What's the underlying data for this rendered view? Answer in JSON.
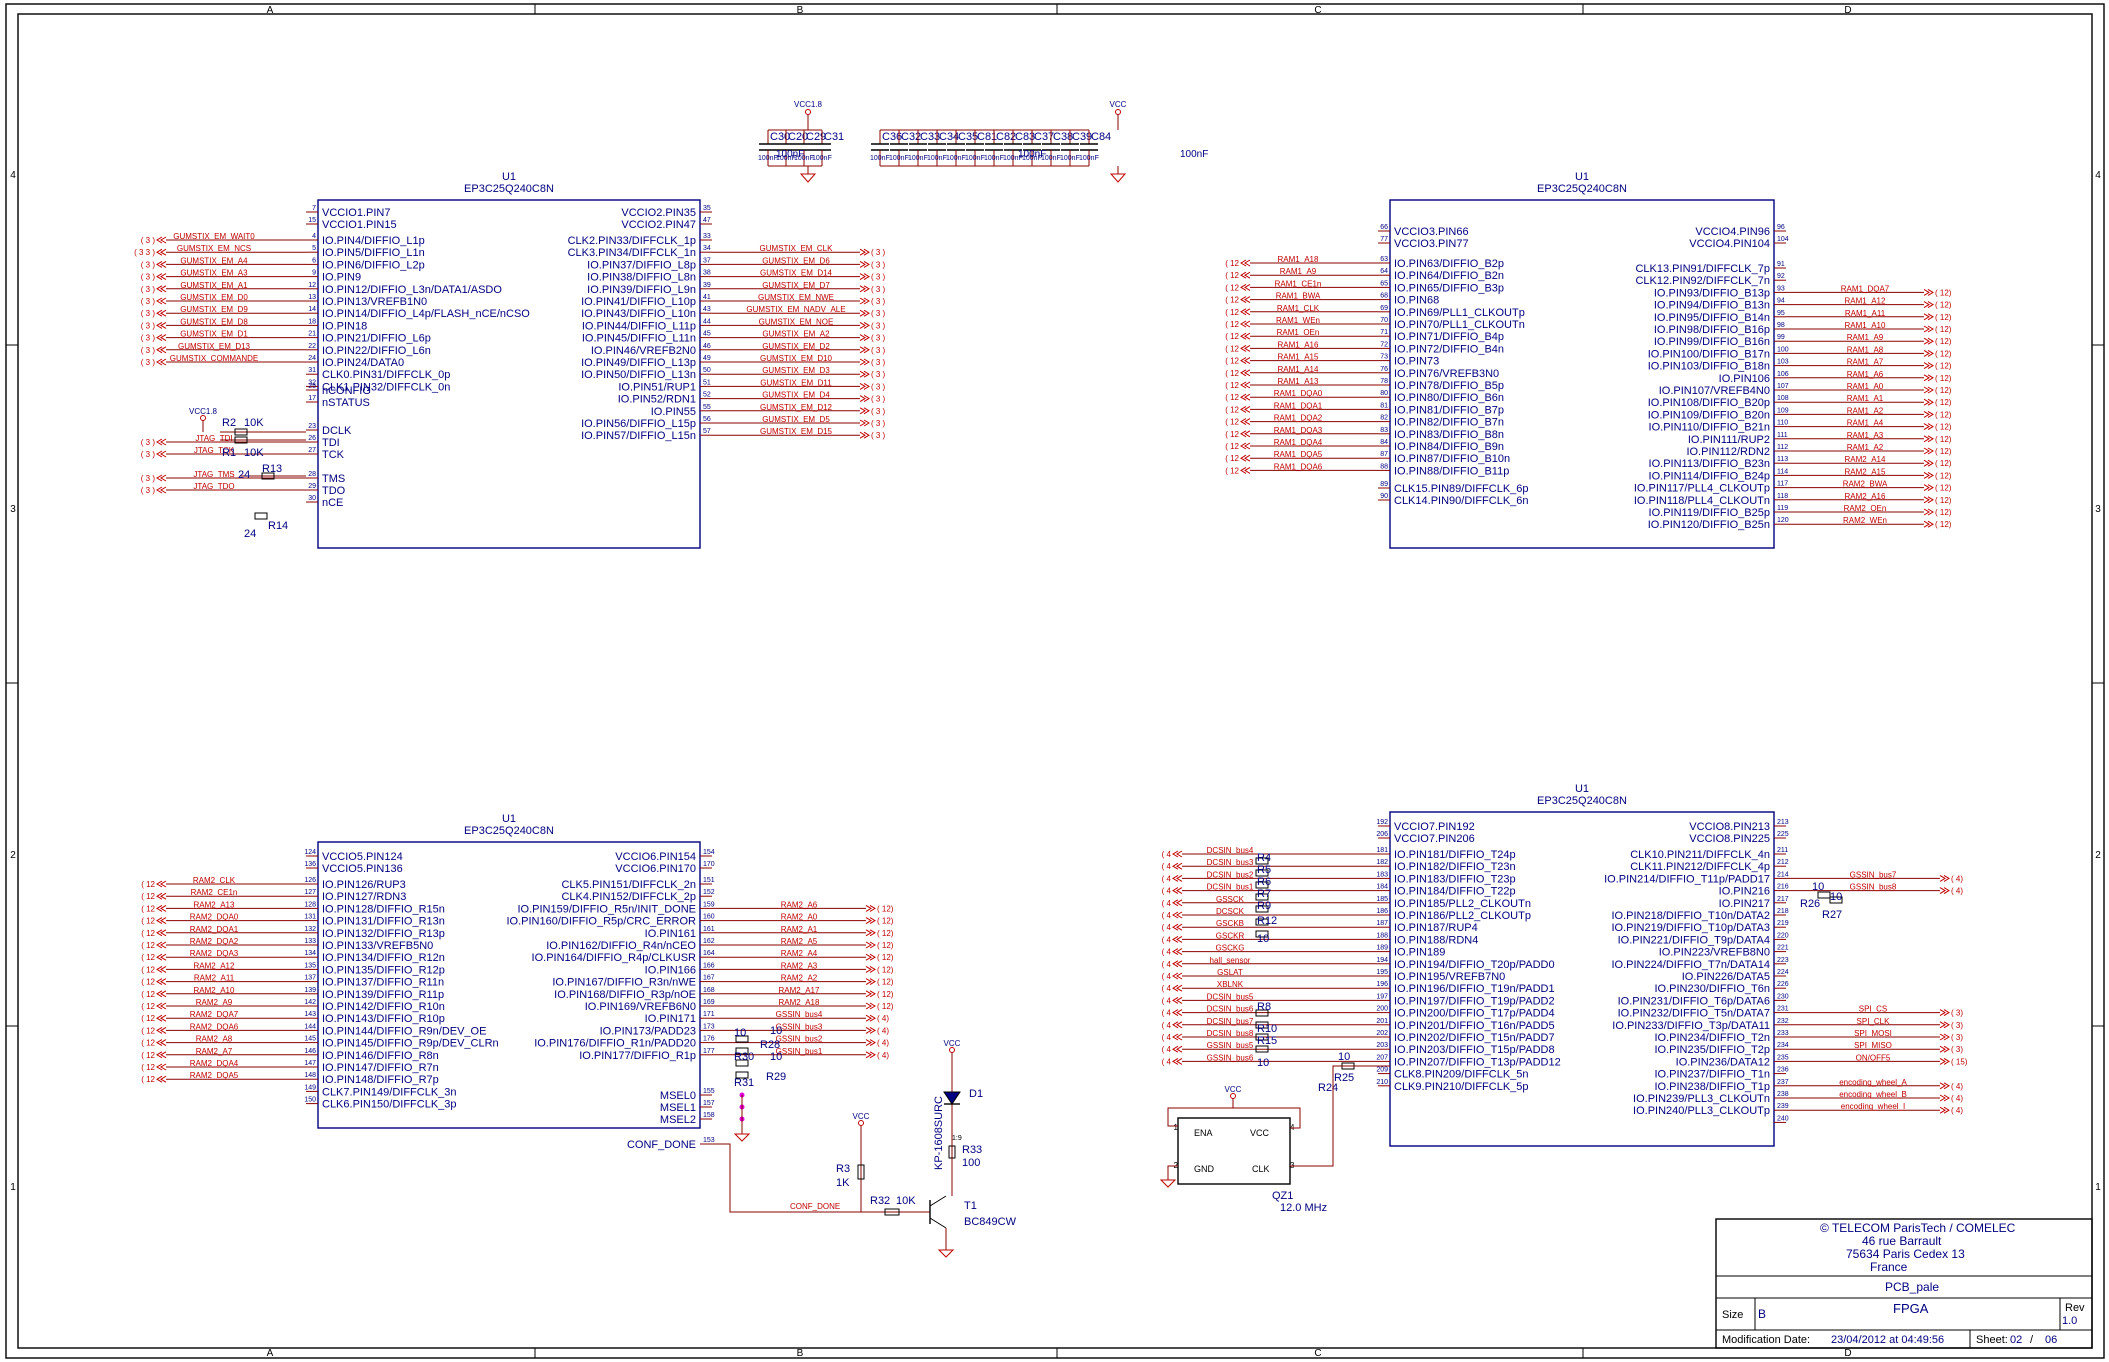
{
  "border": {
    "columns": [
      "A",
      "B",
      "C",
      "D"
    ],
    "rows": [
      "4",
      "3",
      "2",
      "1"
    ]
  },
  "components": {
    "u1_label": "U1",
    "u1_part": "EP3C25Q240C8N",
    "caps_a": [
      "C30",
      "C20",
      "C29",
      "C31"
    ],
    "caps_a_value": "100nF",
    "caps_b": [
      "C36",
      "C32",
      "C33",
      "C34",
      "C35",
      "C81",
      "C82",
      "C83",
      "C37",
      "C38",
      "C39",
      "C84"
    ],
    "caps_b_value": "100nF",
    "vcc18": "VCC1.8",
    "vcc": "VCC"
  },
  "bank12": {
    "left_nums": [
      "7",
      "15",
      "4",
      "5",
      "6",
      "9",
      "12",
      "13",
      "14",
      "18",
      "21",
      "22",
      "24",
      "31",
      "32",
      "25",
      "17",
      "23",
      "26",
      "27",
      "28",
      "29",
      "30"
    ],
    "left_pins": [
      "VCCIO1.PIN7",
      "VCCIO1.PIN15",
      "IO.PIN4/DIFFIO_L1p",
      "IO.PIN5/DIFFIO_L1n",
      "IO.PIN6/DIFFIO_L2p",
      "IO.PIN9",
      "IO.PIN12/DIFFIO_L3n/DATA1/ASDO",
      "IO.PIN13/VREFB1N0",
      "IO.PIN14/DIFFIO_L4p/FLASH_nCE/nCSO",
      "IO.PIN18",
      "IO.PIN21/DIFFIO_L6p",
      "IO.PIN22/DIFFIO_L6n",
      "IO.PIN24/DATA0",
      "CLK0.PIN31/DIFFCLK_0p",
      "CLK1.PIN32/DIFFCLK_0n",
      "nCONFIG",
      "nSTATUS",
      "DCLK",
      "TDI",
      "TCK",
      "TMS",
      "TDO",
      "nCE"
    ],
    "left_nets": [
      "",
      "",
      "GUMSTIX_EM_WAIT0",
      "GUMSTIX_EM_NCS",
      "GUMSTIX_EM_A4",
      "GUMSTIX_EM_A3",
      "GUMSTIX_EM_A1",
      "GUMSTIX_EM_D0",
      "GUMSTIX_EM_D9",
      "GUMSTIX_EM_D8",
      "GUMSTIX_EM_D1",
      "GUMSTIX_EM_D13",
      "GUMSTIX_COMMANDE",
      "",
      "",
      "",
      "",
      "",
      "JTAG_TDI",
      "JTAG_TCK",
      "JTAG_TMS",
      "JTAG_TDO",
      ""
    ],
    "left_refs": [
      "",
      "",
      "( 3 )",
      "( 3 3 )",
      "( 3 )",
      "( 3 )",
      "( 3 )",
      "( 3 )",
      "( 3 )",
      "( 3 )",
      "( 3 )",
      "( 3 )",
      "( 3 )",
      "",
      "",
      "",
      "",
      "",
      "( 3 )",
      "( 3 )",
      "( 3 )",
      "( 3 )",
      ""
    ],
    "right_nums": [
      "35",
      "47",
      "33",
      "34",
      "37",
      "38",
      "39",
      "41",
      "43",
      "44",
      "45",
      "46",
      "49",
      "50",
      "51",
      "52",
      "55",
      "56",
      "57"
    ],
    "right_pins": [
      "VCCIO2.PIN35",
      "VCCIO2.PIN47",
      "CLK2.PIN33/DIFFCLK_1p",
      "CLK3.PIN34/DIFFCLK_1n",
      "IO.PIN37/DIFFIO_L8p",
      "IO.PIN38/DIFFIO_L8n",
      "IO.PIN39/DIFFIO_L9n",
      "IO.PIN41/DIFFIO_L10p",
      "IO.PIN43/DIFFIO_L10n",
      "IO.PIN44/DIFFIO_L11p",
      "IO.PIN45/DIFFIO_L11n",
      "IO.PIN46/VREFB2N0",
      "IO.PIN49/DIFFIO_L13p",
      "IO.PIN50/DIFFIO_L13n",
      "IO.PIN51/RUP1",
      "IO.PIN52/RDN1",
      "IO.PIN55",
      "IO.PIN56/DIFFIO_L15p",
      "IO.PIN57/DIFFIO_L15n"
    ],
    "right_nets": [
      "",
      "",
      "",
      "GUMSTIX_EM_CLK",
      "GUMSTIX_EM_D6",
      "GUMSTIX_EM_D14",
      "GUMSTIX_EM_D7",
      "GUMSTIX_EM_NWE",
      "GUMSTIX_EM_NADV_ALE",
      "GUMSTIX_EM_NOE",
      "GUMSTIX_EM_A2",
      "GUMSTIX_EM_D2",
      "GUMSTIX_EM_D10",
      "GUMSTIX_EM_D3",
      "GUMSTIX_EM_D11",
      "GUMSTIX_EM_D4",
      "GUMSTIX_EM_D12",
      "GUMSTIX_EM_D5",
      "GUMSTIX_EM_D15"
    ],
    "right_refs": [
      "",
      "",
      "",
      "( 3 )",
      "( 3 )",
      "( 3 )",
      "( 3 )",
      "( 3 )",
      "( 3 )",
      "( 3 )",
      "( 3 )",
      "( 3 )",
      "( 3 )",
      "( 3 )",
      "( 3 )",
      "( 3 )",
      "( 3 )",
      "( 3 )",
      "( 3 )"
    ],
    "resistors": [
      "R2",
      "10K",
      "R1",
      "10K",
      "24",
      "R13",
      "24",
      "R14"
    ]
  },
  "bank34": {
    "left_nums": [
      "66",
      "77",
      "63",
      "64",
      "65",
      "68",
      "69",
      "70",
      "71",
      "72",
      "73",
      "76",
      "78",
      "80",
      "81",
      "82",
      "83",
      "84",
      "87",
      "88",
      "89",
      "90"
    ],
    "left_pins": [
      "VCCIO3.PIN66",
      "VCCIO3.PIN77",
      "IO.PIN63/DIFFIO_B2p",
      "IO.PIN64/DIFFIO_B2n",
      "IO.PIN65/DIFFIO_B3p",
      "IO.PIN68",
      "IO.PIN69/PLL1_CLKOUTp",
      "IO.PIN70/PLL1_CLKOUTn",
      "IO.PIN71/DIFFIO_B4p",
      "IO.PIN72/DIFFIO_B4n",
      "IO.PIN73",
      "IO.PIN76/VREFB3N0",
      "IO.PIN78/DIFFIO_B5p",
      "IO.PIN80/DIFFIO_B6n",
      "IO.PIN81/DIFFIO_B7p",
      "IO.PIN82/DIFFIO_B7n",
      "IO.PIN83/DIFFIO_B8n",
      "IO.PIN84/DIFFIO_B9n",
      "IO.PIN87/DIFFIO_B10n",
      "IO.PIN88/DIFFIO_B11p",
      "CLK15.PIN89/DIFFCLK_6p",
      "CLK14.PIN90/DIFFCLK_6n"
    ],
    "left_nets": [
      "",
      "",
      "RAM1_A18",
      "RAM1_A9",
      "RAM1_CE1n",
      "RAM1_BWA",
      "RAM1_CLK",
      "RAM1_WEn",
      "RAM1_OEn",
      "RAM1_A16",
      "RAM1_A15",
      "RAM1_A14",
      "RAM1_A13",
      "RAM1_DQA0",
      "RAM1_DQA1",
      "RAM1_DQA2",
      "RAM1_DQA3",
      "RAM1_DQA4",
      "RAM1_DQA5",
      "RAM1_DQA6",
      "",
      ""
    ],
    "left_refs": [
      "",
      "",
      "( 12",
      "( 12",
      "( 12",
      "( 12",
      "( 12",
      "( 12",
      "( 12",
      "( 12",
      "( 12",
      "( 12",
      "( 12",
      "( 12",
      "( 12",
      "( 12",
      "( 12",
      "( 12",
      "( 12",
      "( 12",
      "",
      ""
    ],
    "right_nums": [
      "96",
      "104",
      "91",
      "92",
      "93",
      "94",
      "95",
      "98",
      "99",
      "100",
      "103",
      "106",
      "107",
      "108",
      "109",
      "110",
      "111",
      "112",
      "113",
      "114",
      "117",
      "118",
      "119",
      "120"
    ],
    "right_pins": [
      "VCCIO4.PIN96",
      "VCCIO4.PIN104",
      "CLK13.PIN91/DIFFCLK_7p",
      "CLK12.PIN92/DIFFCLK_7n",
      "IO.PIN93/DIFFIO_B13p",
      "IO.PIN94/DIFFIO_B13n",
      "IO.PIN95/DIFFIO_B14n",
      "IO.PIN98/DIFFIO_B16p",
      "IO.PIN99/DIFFIO_B16n",
      "IO.PIN100/DIFFIO_B17n",
      "IO.PIN103/DIFFIO_B18n",
      "IO.PIN106",
      "IO.PIN107/VREFB4N0",
      "IO.PIN108/DIFFIO_B20p",
      "IO.PIN109/DIFFIO_B20n",
      "IO.PIN110/DIFFIO_B21n",
      "IO.PIN111/RUP2",
      "IO.PIN112/RDN2",
      "IO.PIN113/DIFFIO_B23n",
      "IO.PIN114/DIFFIO_B24p",
      "IO.PIN117/PLL4_CLKOUTp",
      "IO.PIN118/PLL4_CLKOUTn",
      "IO.PIN119/DIFFIO_B25p",
      "IO.PIN120/DIFFIO_B25n"
    ],
    "right_nets": [
      "",
      "",
      "",
      "",
      "RAM1_DQA7",
      "RAM1_A12",
      "RAM1_A11",
      "RAM1_A10",
      "RAM1_A9",
      "RAM1_A8",
      "RAM1_A7",
      "RAM1_A6",
      "RAM1_A0",
      "RAM1_A1",
      "RAM1_A2",
      "RAM1_A4",
      "RAM1_A3",
      "RAM1_A2",
      "RAM2_A14",
      "RAM2_A15",
      "RAM2_BWA",
      "RAM2_A16",
      "RAM2_OEn",
      "RAM2_WEn"
    ],
    "right_refs": [
      "",
      "",
      "",
      "",
      "( 12)",
      "( 12)",
      "( 12)",
      "( 12)",
      "( 12)",
      "( 12)",
      "( 12)",
      "( 12)",
      "( 12)",
      "( 12)",
      "( 12)",
      "( 12)",
      "( 12)",
      "( 12)",
      "( 12)",
      "( 12)",
      "( 12)",
      "( 12)",
      "( 12)",
      "( 12)"
    ]
  },
  "bank56": {
    "left_nums": [
      "124",
      "136",
      "126",
      "127",
      "128",
      "131",
      "132",
      "133",
      "134",
      "135",
      "137",
      "139",
      "142",
      "143",
      "144",
      "145",
      "146",
      "147",
      "148",
      "149",
      "150"
    ],
    "left_pins": [
      "VCCIO5.PIN124",
      "VCCIO5.PIN136",
      "IO.PIN126/RUP3",
      "IO.PIN127/RDN3",
      "IO.PIN128/DIFFIO_R15n",
      "IO.PIN131/DIFFIO_R13n",
      "IO.PIN132/DIFFIO_R13p",
      "IO.PIN133/VREFB5N0",
      "IO.PIN134/DIFFIO_R12n",
      "IO.PIN135/DIFFIO_R12p",
      "IO.PIN137/DIFFIO_R11n",
      "IO.PIN139/DIFFIO_R11p",
      "IO.PIN142/DIFFIO_R10n",
      "IO.PIN143/DIFFIO_R10p",
      "IO.PIN144/DIFFIO_R9n/DEV_OE",
      "IO.PIN145/DIFFIO_R9p/DEV_CLRn",
      "IO.PIN146/DIFFIO_R8n",
      "IO.PIN147/DIFFIO_R7n",
      "IO.PIN148/DIFFIO_R7p",
      "CLK7.PIN149/DIFFCLK_3n",
      "CLK6.PIN150/DIFFCLK_3p"
    ],
    "left_nets": [
      "",
      "",
      "RAM2_CLK",
      "RAM2_CE1n",
      "RAM2_A13",
      "RAM2_DQA0",
      "RAM2_DQA1",
      "RAM2_DQA2",
      "RAM2_DQA3",
      "RAM2_A12",
      "RAM2_A11",
      "RAM2_A10",
      "RAM2_A9",
      "RAM2_DQA7",
      "RAM2_DQA6",
      "RAM2_A8",
      "RAM2_A7",
      "RAM2_DQA4",
      "RAM2_DQA5",
      "",
      ""
    ],
    "left_refs": [
      "",
      "",
      "( 12",
      "( 12",
      "( 12",
      "( 12",
      "( 12",
      "( 12",
      "( 12",
      "( 12",
      "( 12",
      "( 12",
      "( 12",
      "( 12",
      "( 12",
      "( 12",
      "( 12",
      "( 12",
      "( 12",
      "",
      ""
    ],
    "right_nums": [
      "154",
      "170",
      "151",
      "152",
      "159",
      "160",
      "161",
      "162",
      "164",
      "166",
      "167",
      "168",
      "169",
      "171",
      "173",
      "176",
      "177",
      "155",
      "157",
      "158",
      "153"
    ],
    "right_pins": [
      "VCCIO6.PIN154",
      "VCCIO6.PIN170",
      "CLK5.PIN151/DIFFCLK_2n",
      "CLK4.PIN152/DIFFCLK_2p",
      "IO.PIN159/DIFFIO_R5n/INIT_DONE",
      "IO.PIN160/DIFFIO_R5p/CRC_ERROR",
      "IO.PIN161",
      "IO.PIN162/DIFFIO_R4n/nCEO",
      "IO.PIN164/DIFFIO_R4p/CLKUSR",
      "IO.PIN166",
      "IO.PIN167/DIFFIO_R3n/nWE",
      "IO.PIN168/DIFFIO_R3p/nOE",
      "IO.PIN169/VREFB6N0",
      "IO.PIN171",
      "IO.PIN173/PADD23",
      "IO.PIN176/DIFFIO_R1n/PADD20",
      "IO.PIN177/DIFFIO_R1p",
      "MSEL0",
      "MSEL1",
      "MSEL2",
      "CONF_DONE"
    ],
    "right_nets": [
      "",
      "",
      "",
      "",
      "RAM2_A6",
      "RAM2_A0",
      "RAM2_A1",
      "RAM2_A5",
      "RAM2_A4",
      "RAM2_A3",
      "RAM2_A2",
      "RAM2_A17",
      "RAM2_A18",
      "GSSIN_bus4",
      "GSSIN_bus3",
      "GSSIN_bus2",
      "GSSIN_bus1",
      "",
      "",
      "",
      ""
    ],
    "right_refs": [
      "",
      "",
      "",
      "",
      "( 12)",
      "( 12)",
      "( 12)",
      "( 12)",
      "( 12)",
      "( 12)",
      "( 12)",
      "( 12)",
      "( 12)",
      "( 4)",
      "( 4)",
      "( 4)",
      "( 4)",
      "",
      "",
      "",
      ""
    ],
    "resistors": [
      "10",
      "R28",
      "10",
      "R30",
      "10",
      "R29",
      "R31"
    ],
    "conf_net": "CONF_DONE",
    "r3": "R3",
    "r3_val": "1K",
    "r32": "R32",
    "r32_val": "10K",
    "r33": "R33",
    "r33_val": "100",
    "d1": "D1",
    "led": "KP-1608SURC",
    "t1": "T1",
    "t1_part": "BC849CW",
    "led_mark": "1:9"
  },
  "bank78": {
    "left_nums": [
      "192",
      "206",
      "181",
      "182",
      "183",
      "184",
      "185",
      "186",
      "187",
      "188",
      "189",
      "194",
      "195",
      "196",
      "197",
      "200",
      "201",
      "202",
      "203",
      "207",
      "209",
      "210"
    ],
    "left_pins": [
      "VCCIO7.PIN192",
      "VCCIO7.PIN206",
      "IO.PIN181/DIFFIO_T24p",
      "IO.PIN182/DIFFIO_T23n",
      "IO.PIN183/DIFFIO_T23p",
      "IO.PIN184/DIFFIO_T22p",
      "IO.PIN185/PLL2_CLKOUTn",
      "IO.PIN186/PLL2_CLKOUTp",
      "IO.PIN187/RUP4",
      "IO.PIN188/RDN4",
      "IO.PIN189",
      "IO.PIN194/DIFFIO_T20p/PADD0",
      "IO.PIN195/VREFB7N0",
      "IO.PIN196/DIFFIO_T19n/PADD1",
      "IO.PIN197/DIFFIO_T19p/PADD2",
      "IO.PIN200/DIFFIO_T17p/PADD4",
      "IO.PIN201/DIFFIO_T16n/PADD5",
      "IO.PIN202/DIFFIO_T15n/PADD7",
      "IO.PIN203/DIFFIO_T15p/PADD8",
      "IO.PIN207/DIFFIO_T13p/PADD12",
      "CLK8.PIN209/DIFFCLK_5n",
      "CLK9.PIN210/DIFFCLK_5p"
    ],
    "left_nets": [
      "",
      "",
      "DCSIN_bus4",
      "DCSIN_bus3",
      "DCSIN_bus2",
      "DCSIN_bus1",
      "GSSCK",
      "DCSCK",
      "GSCKB",
      "GSCKR",
      "GSCKG",
      "hall_sensor",
      "GSLAT",
      "XBLNK",
      "DCSIN_bus5",
      "DCSIN_bus6",
      "DCSIN_bus7",
      "DCSIN_bus8",
      "GSSIN_bus5",
      "GSSIN_bus6",
      "",
      ""
    ],
    "left_refs": [
      "",
      "",
      "( 4",
      "( 4",
      "( 4",
      "( 4",
      "( 4",
      "( 4",
      "( 4",
      "( 4",
      "( 4",
      "( 4",
      "( 4",
      "( 4",
      "( 4",
      "( 4",
      "( 4",
      "( 4",
      "( 4",
      "( 4",
      "",
      ""
    ],
    "right_nums": [
      "213",
      "225",
      "211",
      "212",
      "214",
      "216",
      "217",
      "218",
      "219",
      "220",
      "221",
      "223",
      "224",
      "226",
      "230",
      "231",
      "232",
      "233",
      "234",
      "235",
      "236",
      "237",
      "238",
      "239",
      "240"
    ],
    "right_pins": [
      "VCCIO8.PIN213",
      "VCCIO8.PIN225",
      "CLK10.PIN211/DIFFCLK_4n",
      "CLK11.PIN212/DIFFCLK_4p",
      "IO.PIN214/DIFFIO_T11p/PADD17",
      "IO.PIN216",
      "IO.PIN217",
      "IO.PIN218/DIFFIO_T10n/DATA2",
      "IO.PIN219/DIFFIO_T10p/DATA3",
      "IO.PIN221/DIFFIO_T9p/DATA4",
      "IO.PIN223/VREFB8N0",
      "IO.PIN224/DIFFIO_T7n/DATA14",
      "IO.PIN226/DATA5",
      "IO.PIN230/DIFFIO_T6n",
      "IO.PIN231/DIFFIO_T6p/DATA6",
      "IO.PIN232/DIFFIO_T5n/DATA7",
      "IO.PIN233/DIFFIO_T3p/DATA11",
      "IO.PIN234/DIFFIO_T2n",
      "IO.PIN235/DIFFIO_T2p",
      "IO.PIN236/DATA12",
      "IO.PIN237/DIFFIO_T1n",
      "IO.PIN238/DIFFIO_T1p",
      "IO.PIN239/PLL3_CLKOUTn",
      "IO.PIN240/PLL3_CLKOUTp",
      ""
    ],
    "right_nets": [
      "",
      "",
      "",
      "",
      "GSSIN_bus7",
      "GSSIN_bus8",
      "",
      "",
      "",
      "",
      "",
      "",
      "",
      "",
      "",
      "SPI_CS",
      "SPI_CLK",
      "SPI_MOSI",
      "SPI_MISO",
      "ON/OFF5",
      "",
      "encoding_wheel_A",
      "encoding_wheel_B",
      "encoding_wheel_I",
      ""
    ],
    "right_refs": [
      "",
      "",
      "",
      "",
      "( 4)",
      "( 4)",
      "",
      "",
      "",
      "",
      "",
      "",
      "",
      "",
      "",
      "( 3)",
      "( 3)",
      "( 3)",
      "( 3)",
      "( 15)",
      "",
      "( 4)",
      "( 4)",
      "( 4)",
      ""
    ],
    "resistors": [
      "R4",
      "R5",
      "R6",
      "R7",
      "R9",
      "R11",
      "R12",
      "10",
      "R8",
      "R10",
      "R15",
      "R16",
      "10",
      "R25",
      "R24",
      "10",
      "R26",
      "R27"
    ],
    "osc": {
      "name": "QZ1",
      "freq": "12.0 MHz",
      "ena": "ENA",
      "vcc": "VCC",
      "gnd": "GND",
      "clk": "CLK",
      "p1": "1",
      "p2": "2",
      "p3": "3",
      "p4": "4"
    }
  },
  "title_block": {
    "company": "© TELECOM ParisTech / COMELEC",
    "street": "46 rue Barrault",
    "city": "75634 Paris Cedex 13",
    "country": "France",
    "project": "PCB_pale",
    "size_label": "Size",
    "size": "B",
    "title": "FPGA",
    "rev_label": "Rev",
    "rev": "1.0",
    "mod_label": "Modification Date:",
    "date": "23/04/2012 at 04:49:56",
    "sheet_label": "Sheet:",
    "sheet": "02",
    "sheet_sep": "/",
    "sheet_total": "06"
  }
}
